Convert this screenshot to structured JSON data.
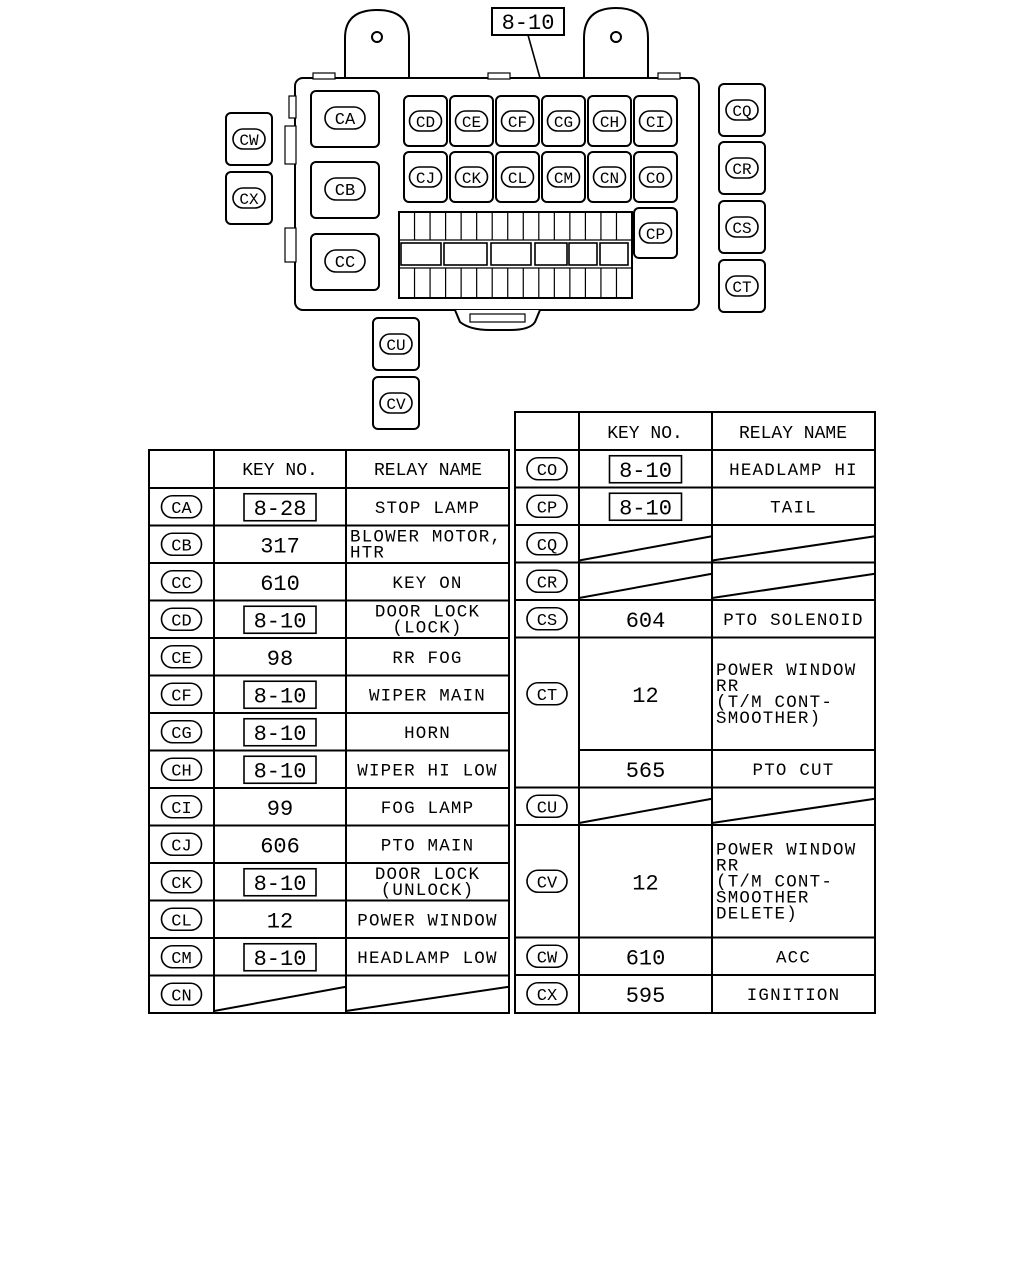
{
  "housing": {
    "connector_label": "8-10"
  },
  "headers": {
    "key_no": "KEY NO.",
    "relay_name": "RELAY NAME"
  },
  "relays": {
    "CA": "CA",
    "CB": "CB",
    "CC": "CC",
    "CD": "CD",
    "CE": "CE",
    "CF": "CF",
    "CG": "CG",
    "CH": "CH",
    "CI": "CI",
    "CJ": "CJ",
    "CK": "CK",
    "CL": "CL",
    "CM": "CM",
    "CN": "CN",
    "CO": "CO",
    "CP": "CP",
    "CQ": "CQ",
    "CR": "CR",
    "CS": "CS",
    "CT": "CT",
    "CU": "CU",
    "CV": "CV",
    "CW": "CW",
    "CX": "CX"
  },
  "left_table": {
    "rows": [
      {
        "code": "CA",
        "key": "8-28",
        "boxed": true,
        "name": [
          "STOP LAMP"
        ]
      },
      {
        "code": "CB",
        "key": "317",
        "boxed": false,
        "name": [
          "BLOWER MOTOR,",
          "HTR"
        ]
      },
      {
        "code": "CC",
        "key": "610",
        "boxed": false,
        "name": [
          "KEY ON"
        ]
      },
      {
        "code": "CD",
        "key": "8-10",
        "boxed": true,
        "name": [
          "DOOR LOCK",
          "(LOCK)"
        ]
      },
      {
        "code": "CE",
        "key": "98",
        "boxed": false,
        "name": [
          "RR FOG"
        ]
      },
      {
        "code": "CF",
        "key": "8-10",
        "boxed": true,
        "name": [
          "WIPER MAIN"
        ]
      },
      {
        "code": "CG",
        "key": "8-10",
        "boxed": true,
        "name": [
          "HORN"
        ]
      },
      {
        "code": "CH",
        "key": "8-10",
        "boxed": true,
        "name": [
          "WIPER HI LOW"
        ]
      },
      {
        "code": "CI",
        "key": "99",
        "boxed": false,
        "name": [
          "FOG LAMP"
        ]
      },
      {
        "code": "CJ",
        "key": "606",
        "boxed": false,
        "name": [
          "PTO MAIN"
        ]
      },
      {
        "code": "CK",
        "key": "8-10",
        "boxed": true,
        "name": [
          "DOOR LOCK",
          "(UNLOCK)"
        ]
      },
      {
        "code": "CL",
        "key": "12",
        "boxed": false,
        "name": [
          "POWER WINDOW"
        ]
      },
      {
        "code": "CM",
        "key": "8-10",
        "boxed": true,
        "name": [
          "HEADLAMP LOW"
        ]
      },
      {
        "code": "CN",
        "key": "",
        "boxed": false,
        "name": [],
        "empty": true
      }
    ]
  },
  "right_table": {
    "rows": [
      {
        "code": "CO",
        "key": "8-10",
        "boxed": true,
        "name": [
          "HEADLAMP HI"
        ]
      },
      {
        "code": "CP",
        "key": "8-10",
        "boxed": true,
        "name": [
          "TAIL"
        ]
      },
      {
        "code": "CQ",
        "key": "",
        "boxed": false,
        "name": [],
        "empty": true
      },
      {
        "code": "CR",
        "key": "",
        "boxed": false,
        "name": [],
        "empty": true
      },
      {
        "code": "CS",
        "key": "604",
        "boxed": false,
        "name": [
          "PTO SOLENOID"
        ]
      },
      {
        "code": "CT",
        "key": "12",
        "boxed": false,
        "name": [
          "POWER WINDOW",
          "RR",
          "(T/M CONT-",
          "SMOOTHER)"
        ]
      },
      {
        "code": "",
        "key": "565",
        "boxed": false,
        "name": [
          "PTO CUT"
        ]
      },
      {
        "code": "CU",
        "key": "",
        "boxed": false,
        "name": [],
        "empty": true
      },
      {
        "code": "CV",
        "key": "12",
        "boxed": false,
        "name": [
          "POWER WINDOW",
          "RR",
          "(T/M CONT-",
          "SMOOTHER",
          "DELETE)"
        ]
      },
      {
        "code": "CW",
        "key": "610",
        "boxed": false,
        "name": [
          "ACC"
        ]
      },
      {
        "code": "CX",
        "key": "595",
        "boxed": false,
        "name": [
          "IGNITION"
        ]
      }
    ]
  }
}
